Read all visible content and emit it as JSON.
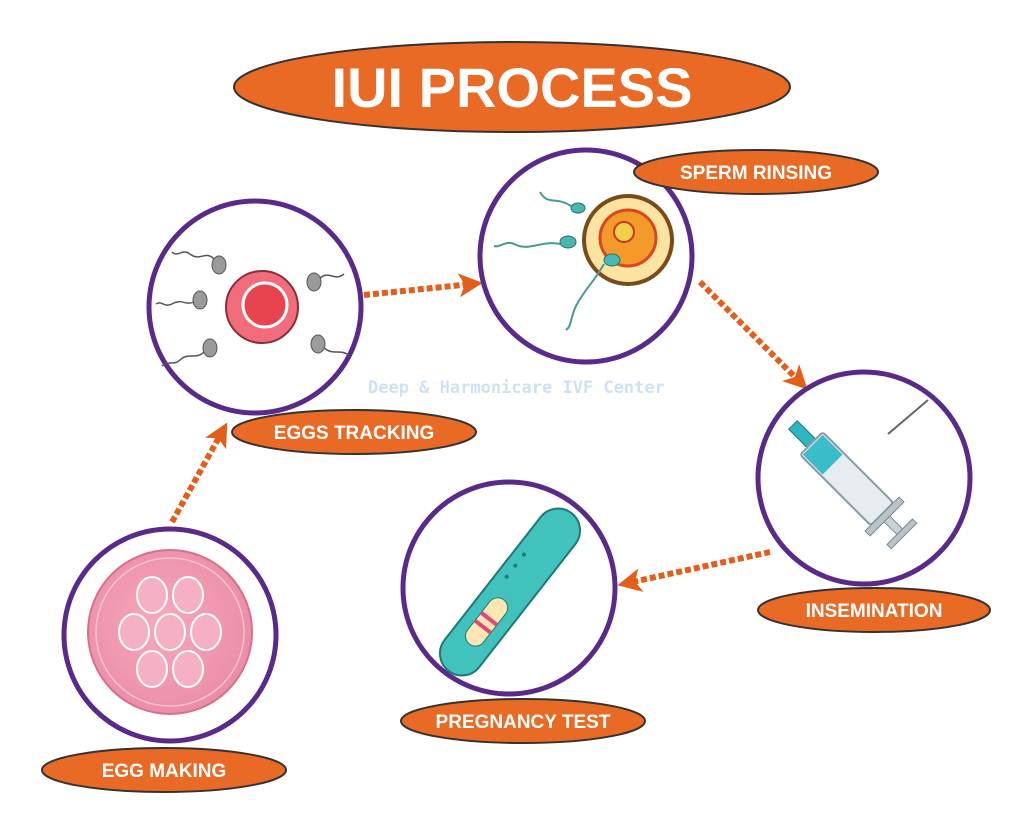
{
  "title": "IUI PROCESS",
  "watermark": "Deep & Harmonicare IVF Center",
  "steps": [
    {
      "label": "EGG MAKING",
      "icon": "egg-cells-icon"
    },
    {
      "label": "EGGS TRACKING",
      "icon": "egg-and-sperm-icon"
    },
    {
      "label": "SPERM RINSING",
      "icon": "sperm-fertilizing-egg-icon"
    },
    {
      "label": "INSEMINATION",
      "icon": "syringe-icon"
    },
    {
      "label": "PREGNANCY TEST",
      "icon": "pregnancy-test-icon"
    }
  ],
  "colors": {
    "label_fill": "#e96a24",
    "label_outline": "#333333",
    "circle_border": "#5a2a8a",
    "arrow": "#e25e1a"
  }
}
